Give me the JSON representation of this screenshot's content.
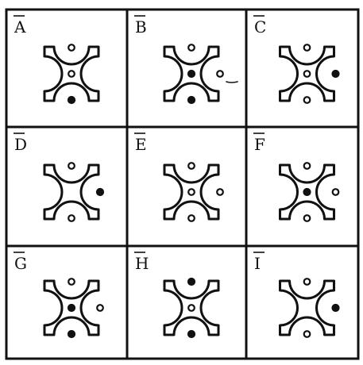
{
  "puzzle": {
    "colors": {
      "ink": "#111111",
      "paper": "#ffffff"
    },
    "cells": [
      {
        "label": "A",
        "dots": {
          "top": "hollow",
          "center": "hollow",
          "right": "none",
          "bottom": "filled"
        }
      },
      {
        "label": "B",
        "dots": {
          "top": "hollow",
          "center": "filled",
          "right": "hollow",
          "bottom": "filled"
        }
      },
      {
        "label": "C",
        "dots": {
          "top": "hollow",
          "center": "hollow",
          "right": "filled",
          "bottom": "hollow"
        }
      },
      {
        "label": "D",
        "dots": {
          "top": "hollow",
          "center": "none",
          "right": "filled",
          "bottom": "hollow"
        }
      },
      {
        "label": "E",
        "dots": {
          "top": "hollow",
          "center": "hollow",
          "right": "hollow",
          "bottom": "hollow"
        }
      },
      {
        "label": "F",
        "dots": {
          "top": "hollow",
          "center": "filled",
          "right": "hollow",
          "bottom": "hollow"
        }
      },
      {
        "label": "G",
        "dots": {
          "top": "hollow",
          "center": "filled",
          "right": "hollow",
          "bottom": "filled"
        }
      },
      {
        "label": "H",
        "dots": {
          "top": "filled",
          "center": "hollow",
          "right": "none",
          "bottom": "filled"
        }
      },
      {
        "label": "I",
        "dots": {
          "top": "hollow",
          "center": "none",
          "right": "filled",
          "bottom": "hollow"
        }
      }
    ]
  }
}
